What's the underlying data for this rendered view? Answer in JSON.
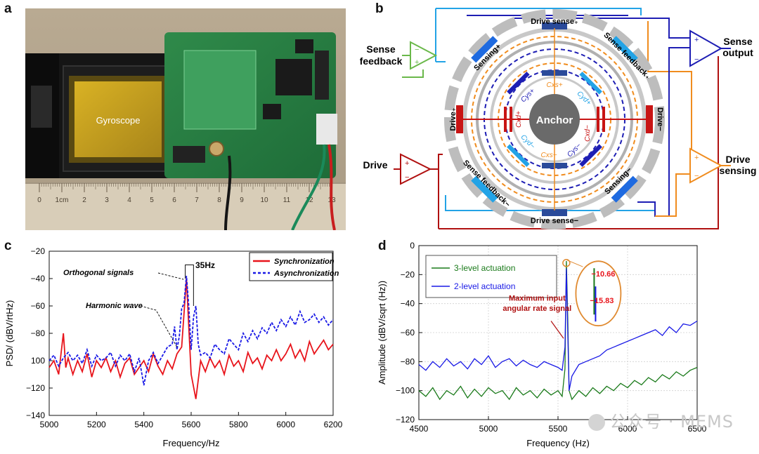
{
  "panels": {
    "a": {
      "label": "a",
      "chip_label": "Gyroscope",
      "ruler_ticks": [
        "0",
        "1cm",
        "2",
        "3",
        "4",
        "5",
        "6",
        "7",
        "8",
        "9",
        "10",
        "11",
        "12",
        "13"
      ]
    },
    "b": {
      "label": "b",
      "anchor": "Anchor",
      "drive_sense_plus": "Drive sense₊",
      "drive_sense_minus": "Drive sense−",
      "drive_plus_side": "Drive₊",
      "drive_minus_side": "Drive−",
      "sensing_plus": "Sensing+",
      "sensing_minus": "Sensing−",
      "sense_feedback_plus": "Sense feedback₊",
      "sense_feedback_minus": "Sense feedback−",
      "cap_labels": [
        "Cxs+",
        "Cxs−",
        "Cxd+",
        "Cxd−",
        "Cys+",
        "Cys−",
        "Cyd+",
        "Cyd−"
      ],
      "left_top_label_line1": "Sense",
      "left_top_label_line2": "feedback",
      "left_bottom_label": "Drive",
      "right_top_label_line1": "Sense",
      "right_top_label_line2": "output",
      "right_bottom_label_line1": "Drive",
      "right_bottom_label_line2": "sensing",
      "plus": "+",
      "minus": "−"
    },
    "c": {
      "label": "c"
    },
    "d": {
      "label": "d"
    }
  },
  "watermark": "公众号 · MEMS",
  "colors": {
    "red": "#e8141b",
    "blue": "#1919e6",
    "green": "#1a7a1a",
    "orange": "#f08c1e",
    "lightblue": "#23a3e6",
    "darkred": "#b01010",
    "navy": "#1e1eb4",
    "lightgreen": "#6ab84a"
  },
  "chart_data": [
    {
      "id": "c",
      "type": "line",
      "xlabel": "Frequency/Hz",
      "ylabel": "PSD/ (dBV/rtHz)",
      "xlim": [
        5000,
        6200
      ],
      "ylim": [
        -140,
        -20
      ],
      "xticks": [
        5000,
        5200,
        5400,
        5600,
        5800,
        6000,
        6200
      ],
      "yticks": [
        -20,
        -40,
        -60,
        -80,
        -100,
        -120,
        -140
      ],
      "ytick_labels": [
        "−20",
        "−40",
        "−60",
        "−80",
        "100",
        "−120",
        "−140"
      ],
      "legend_position": "top-right",
      "annotations": [
        "Orthogonal signals",
        "Harmonic wave",
        "35Hz"
      ],
      "series": [
        {
          "name": "Synchronization",
          "style": "solid",
          "color": "#e8141b",
          "x": [
            5000,
            5020,
            5040,
            5050,
            5060,
            5070,
            5080,
            5100,
            5120,
            5140,
            5160,
            5180,
            5200,
            5220,
            5240,
            5260,
            5280,
            5300,
            5320,
            5340,
            5360,
            5380,
            5400,
            5420,
            5440,
            5460,
            5480,
            5500,
            5520,
            5540,
            5560,
            5570,
            5580,
            5590,
            5600,
            5620,
            5640,
            5660,
            5680,
            5700,
            5720,
            5740,
            5760,
            5780,
            5800,
            5820,
            5840,
            5860,
            5880,
            5900,
            5920,
            5940,
            5960,
            5980,
            6000,
            6020,
            6040,
            6060,
            6080,
            6100,
            6120,
            6140,
            6160,
            6180,
            6200
          ],
          "y": [
            -105,
            -100,
            -110,
            -95,
            -80,
            -105,
            -98,
            -110,
            -100,
            -108,
            -95,
            -112,
            -100,
            -105,
            -98,
            -108,
            -100,
            -112,
            -102,
            -98,
            -110,
            -105,
            -100,
            -108,
            -95,
            -104,
            -110,
            -100,
            -106,
            -95,
            -90,
            -65,
            -40,
            -75,
            -110,
            -128,
            -100,
            -108,
            -98,
            -105,
            -100,
            -110,
            -96,
            -104,
            -100,
            -108,
            -94,
            -102,
            -98,
            -106,
            -96,
            -100,
            -92,
            -100,
            -95,
            -88,
            -98,
            -92,
            -100,
            -86,
            -95,
            -90,
            -85,
            -92,
            -88
          ]
        },
        {
          "name": "Asynchronization",
          "style": "dashed",
          "color": "#1919e6",
          "x": [
            5000,
            5020,
            5040,
            5060,
            5080,
            5100,
            5120,
            5140,
            5160,
            5180,
            5200,
            5220,
            5240,
            5260,
            5280,
            5300,
            5320,
            5340,
            5360,
            5380,
            5400,
            5420,
            5440,
            5460,
            5480,
            5500,
            5520,
            5530,
            5540,
            5550,
            5560,
            5570,
            5580,
            5590,
            5600,
            5610,
            5620,
            5630,
            5640,
            5660,
            5680,
            5700,
            5720,
            5740,
            5760,
            5780,
            5800,
            5820,
            5840,
            5860,
            5880,
            5900,
            5920,
            5940,
            5960,
            5980,
            6000,
            6020,
            6040,
            6060,
            6080,
            6100,
            6120,
            6140,
            6160,
            6180,
            6200
          ],
          "y": [
            -100,
            -96,
            -104,
            -98,
            -94,
            -100,
            -96,
            -102,
            -92,
            -104,
            -96,
            -100,
            -98,
            -94,
            -104,
            -96,
            -100,
            -95,
            -108,
            -98,
            -118,
            -100,
            -94,
            -102,
            -96,
            -90,
            -88,
            -75,
            -92,
            -82,
            -62,
            -58,
            -38,
            -60,
            -92,
            -68,
            -60,
            -88,
            -96,
            -94,
            -98,
            -88,
            -92,
            -95,
            -84,
            -88,
            -92,
            -80,
            -86,
            -78,
            -84,
            -76,
            -80,
            -72,
            -78,
            -70,
            -75,
            -68,
            -74,
            -64,
            -72,
            -70,
            -66,
            -72,
            -68,
            -74,
            -70
          ]
        }
      ]
    },
    {
      "id": "d",
      "type": "line",
      "xlabel": "Frequency (Hz)",
      "ylabel": "Amplitude (dBV/sqrt (Hz))",
      "xlim": [
        4500,
        6500
      ],
      "ylim": [
        -120,
        0
      ],
      "xticks": [
        4500,
        5000,
        5500,
        6000,
        6500
      ],
      "yticks": [
        0,
        -20,
        -40,
        -60,
        -80,
        -100,
        -120
      ],
      "ytick_labels": [
        "0",
        "−20",
        "−40",
        "−60",
        "−80",
        "−100",
        "−120"
      ],
      "grid": true,
      "legend_position": "top-left",
      "annotations": [
        "Maximum input",
        "angular rate signal",
        "−10.66",
        "−15.83"
      ],
      "series": [
        {
          "name": "3-level actuation",
          "color": "#1a7a1a",
          "x": [
            4500,
            4550,
            4600,
            4650,
            4700,
            4750,
            4800,
            4850,
            4900,
            4950,
            5000,
            5050,
            5100,
            5150,
            5200,
            5250,
            5300,
            5350,
            5400,
            5450,
            5500,
            5530,
            5550,
            5560,
            5570,
            5580,
            5600,
            5650,
            5700,
            5750,
            5800,
            5850,
            5900,
            5950,
            6000,
            6050,
            6100,
            6150,
            6200,
            6250,
            6300,
            6350,
            6400,
            6450,
            6500
          ],
          "y": [
            -100,
            -104,
            -98,
            -106,
            -100,
            -103,
            -97,
            -105,
            -99,
            -104,
            -98,
            -102,
            -100,
            -106,
            -98,
            -103,
            -100,
            -105,
            -99,
            -103,
            -100,
            -104,
            -85,
            -10.66,
            -50,
            -100,
            -106,
            -100,
            -104,
            -98,
            -102,
            -97,
            -100,
            -95,
            -98,
            -93,
            -96,
            -91,
            -94,
            -89,
            -92,
            -87,
            -90,
            -86,
            -84
          ]
        },
        {
          "name": "2-level actuation",
          "color": "#1919e6",
          "x": [
            4500,
            4550,
            4600,
            4650,
            4700,
            4750,
            4800,
            4850,
            4900,
            4950,
            5000,
            5050,
            5100,
            5150,
            5200,
            5250,
            5300,
            5350,
            5400,
            5450,
            5500,
            5530,
            5550,
            5560,
            5570,
            5580,
            5600,
            5650,
            5700,
            5750,
            5800,
            5850,
            5900,
            5950,
            6000,
            6050,
            6100,
            6150,
            6200,
            6250,
            6300,
            6350,
            6400,
            6450,
            6500
          ],
          "y": [
            -82,
            -86,
            -80,
            -84,
            -78,
            -83,
            -80,
            -85,
            -78,
            -82,
            -76,
            -84,
            -80,
            -78,
            -83,
            -79,
            -82,
            -84,
            -80,
            -82,
            -84,
            -86,
            -70,
            -15.83,
            -60,
            -100,
            -90,
            -82,
            -80,
            -78,
            -76,
            -72,
            -70,
            -68,
            -66,
            -64,
            -62,
            -60,
            -58,
            -62,
            -56,
            -60,
            -54,
            -55,
            -52
          ]
        }
      ]
    }
  ]
}
